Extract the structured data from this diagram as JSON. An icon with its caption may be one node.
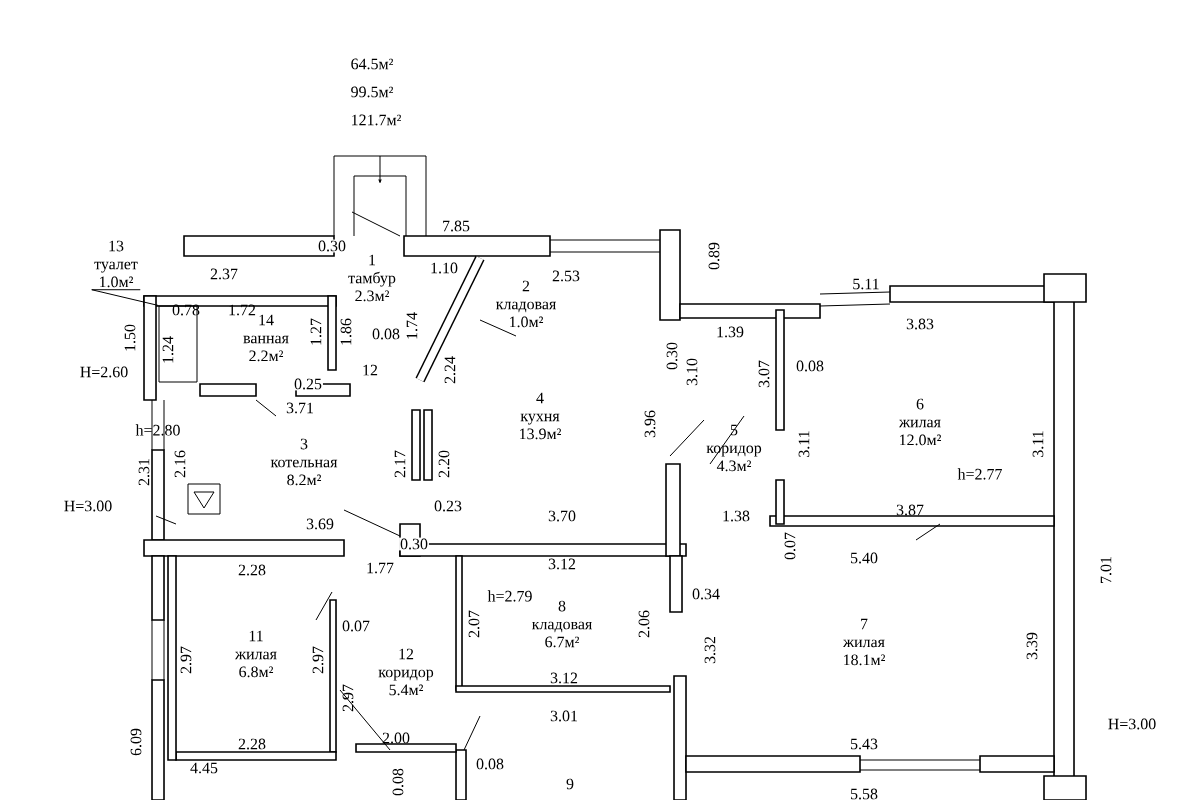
{
  "diagram": {
    "nodes": [
      {
        "text": [
          "13",
          "туалет",
          "1.0м²"
        ]
      },
      {
        "text": [
          "1",
          "тамбур",
          "2.3м²"
        ]
      },
      {
        "text": [
          "2",
          "кладовая",
          "1.0м²"
        ]
      },
      {
        "text": [
          "14",
          "ванная",
          "2.2м²"
        ]
      },
      {
        "text": [
          "4",
          "кухня",
          "13.9м²"
        ]
      },
      {
        "text": [
          "6",
          "жилая",
          "12.0м²"
        ]
      },
      {
        "text": [
          "3",
          "котельная",
          "8.2м²"
        ]
      },
      {
        "text": [
          "5",
          "коридор",
          "4.3м²"
        ]
      },
      {
        "text": [
          "7",
          "жилая",
          "18.1м²"
        ]
      },
      {
        "text": [
          "11",
          "жилая",
          "6.8м²"
        ]
      },
      {
        "text": [
          "12",
          "коридор",
          "5.4м²"
        ]
      },
      {
        "text": [
          "8",
          "кладовая",
          "6.7м²"
        ]
      },
      {
        "text": [
          "9"
        ]
      },
      {
        "text": [],
        "shape": "box"
      }
    ],
    "edges": [
      {
        "from": 0,
        "to": 13,
        "arrow": "none"
      }
    ],
    "labels": [
      "64.5м²",
      "99.5м²",
      "121.7м²",
      "0.30",
      "7.85",
      "1.10",
      "2.53",
      "0.89",
      "2.37",
      "0.78",
      "1.72",
      "1.27",
      "1.86",
      "1.74",
      "0.08",
      "1.50",
      "1.24",
      "H=2.60",
      "12",
      "0.25",
      "3.71",
      "2.24",
      "5.11",
      "1.39",
      "3.83",
      "3.07",
      "0.08",
      "3.10",
      "0.30",
      "h=2.80",
      "3.96",
      "3.11",
      "3.11",
      "2.31",
      "2.16",
      "2.17",
      "2.20",
      "H=3.00",
      "0.23",
      "h=2.77",
      "3.70",
      "3.69",
      "3.87",
      "1.38",
      "0.30",
      "0.07",
      "5.40",
      "7.01",
      "1.77",
      "3.12",
      "2.28",
      "h=2.79",
      "0.34",
      "0.07",
      "2.97",
      "2.97",
      "2.07",
      "2.06",
      "3.32",
      "3.39",
      "2.97",
      "3.12",
      "3.01",
      "6.09",
      "2.28",
      "4.45",
      "2.00",
      "0.08",
      "0.08",
      "5.43",
      "H=3.00",
      "5.58"
    ]
  }
}
